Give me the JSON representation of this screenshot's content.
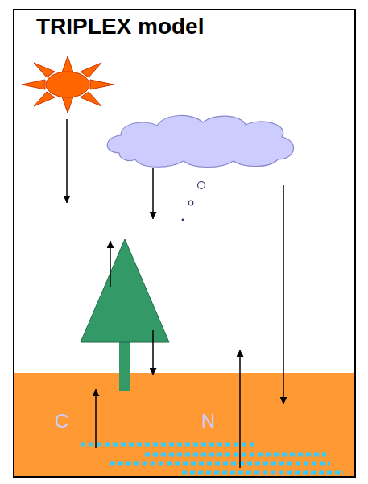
{
  "diagram": {
    "title": "TRIPLEX model",
    "nodes": [
      {
        "text": [
          "C",
          "N"
        ]
      }
    ]
  }
}
